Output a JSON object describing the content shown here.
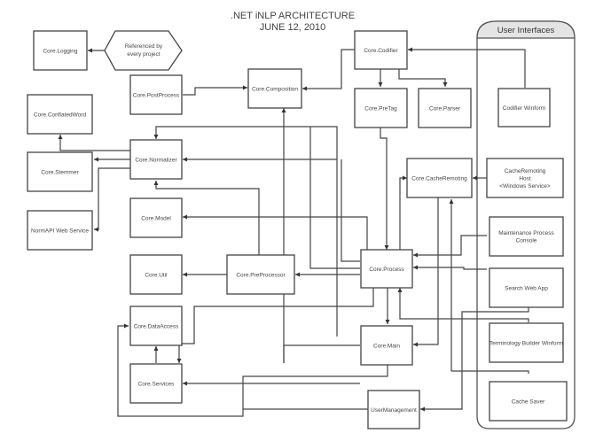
{
  "title": {
    "line1": ".NET iNLP ARCHITECTURE",
    "line2": "JUNE 12, 2010"
  },
  "user_interfaces_group": {
    "label": "User Interfaces"
  },
  "annotation": {
    "lines": [
      "Referenced by",
      "every project"
    ]
  },
  "nodes": {
    "logging": [
      "Core.Logging"
    ],
    "conflatedword": [
      "Core.ConflatedWord"
    ],
    "stemmer": [
      "Core.Stemmer"
    ],
    "normapi": [
      "NormAPI Web Service"
    ],
    "postprocess": [
      "Core.PostProcess"
    ],
    "normalizer": [
      "Core.Normalizer"
    ],
    "model": [
      "Core.Model"
    ],
    "util": [
      "Core.Util"
    ],
    "dataaccess": [
      "Core.DataAccess"
    ],
    "services": [
      "Core.Services"
    ],
    "composition": [
      "Core.Composition"
    ],
    "preprocessor": [
      "Core.PreProcessor"
    ],
    "codifier": [
      "Core.Codifier"
    ],
    "pretag": [
      "Core.PreTag"
    ],
    "parser": [
      "Core.Parser"
    ],
    "cacheremoting": [
      "Core.CacheRemoting"
    ],
    "process": [
      "Core.Process"
    ],
    "main": [
      "Core.Main"
    ],
    "usermanagement": [
      "UserManagement"
    ],
    "codifierwinform": [
      "Codifier Winform"
    ],
    "cachehost": [
      "CacheRemoting",
      "Host",
      "<Windows Service>"
    ],
    "maintenance": [
      "Maintenance Process",
      "Console"
    ],
    "searchweb": [
      "Search Web App"
    ],
    "terminology": [
      "Terminology Builder Winform"
    ],
    "cachesaver": [
      "Cache Saver"
    ]
  }
}
